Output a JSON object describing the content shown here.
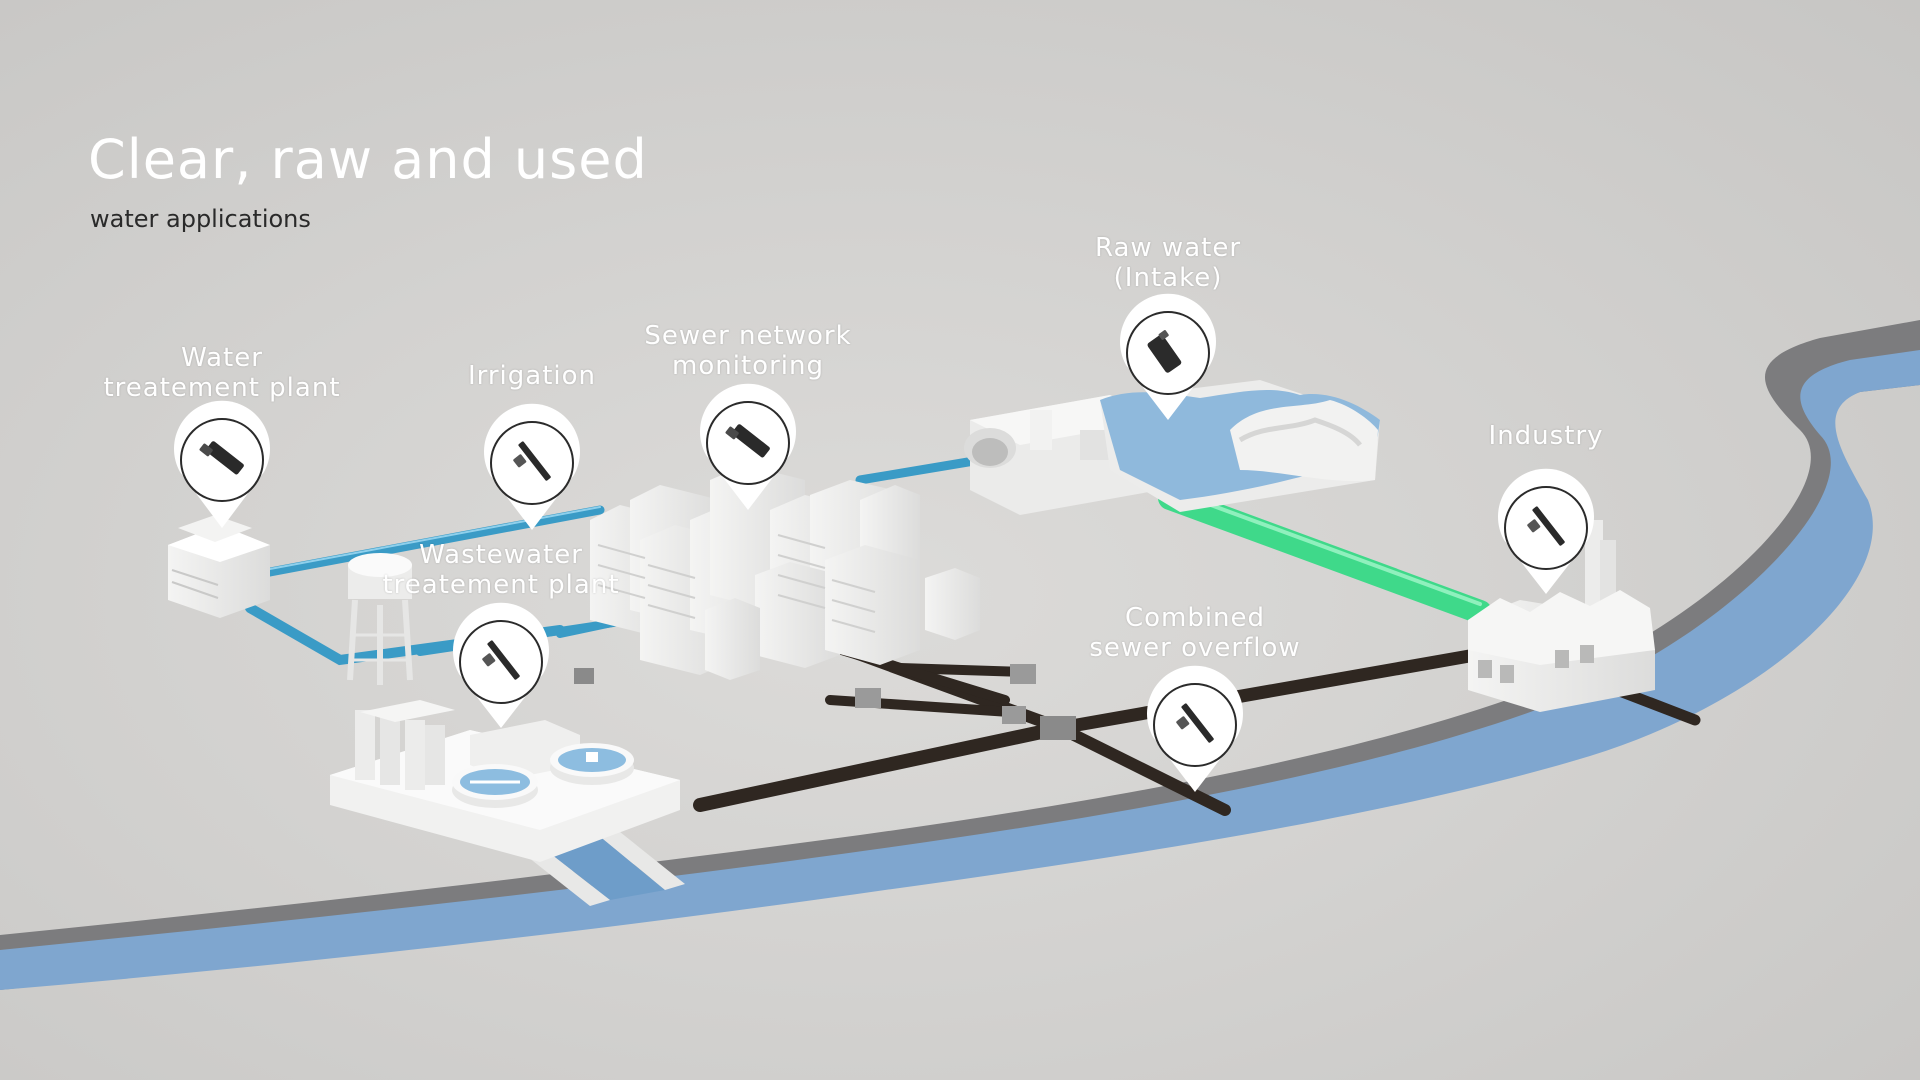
{
  "title": "Clear, raw and used",
  "subtitle": "water applications",
  "colors": {
    "background": "#d3d2d0",
    "river": "#7fa6cf",
    "river_bank": "#7d7d7f",
    "clean_pipe": "#3a9bc6",
    "sewer_pipe": "#2f2721",
    "intake_pipe": "#3fd98a",
    "reservoir": "#8fb9dc",
    "label_text": "#ffffff",
    "marker_fill": "#ffffff"
  },
  "markers": [
    {
      "id": "water-treatment-plant",
      "lines": [
        "Water",
        "treatement plant"
      ],
      "icon": "sensor-probe-icon"
    },
    {
      "id": "irrigation",
      "lines": [
        "Irrigation"
      ],
      "icon": "sensor-probe-icon"
    },
    {
      "id": "sewer-network-monitoring",
      "lines": [
        "Sewer network",
        "monitoring"
      ],
      "icon": "sensor-probe-icon"
    },
    {
      "id": "raw-water-intake",
      "lines": [
        "Raw water",
        "(Intake)"
      ],
      "icon": "sensor-probe-icon"
    },
    {
      "id": "industry",
      "lines": [
        "Industry"
      ],
      "icon": "sensor-probe-icon"
    },
    {
      "id": "wastewater-treatment-plant",
      "lines": [
        "Wastewater",
        "treatement plant"
      ],
      "icon": "sensor-probe-icon"
    },
    {
      "id": "combined-sewer-overflow",
      "lines": [
        "Combined",
        "sewer overflow"
      ],
      "icon": "sensor-probe-icon"
    }
  ]
}
